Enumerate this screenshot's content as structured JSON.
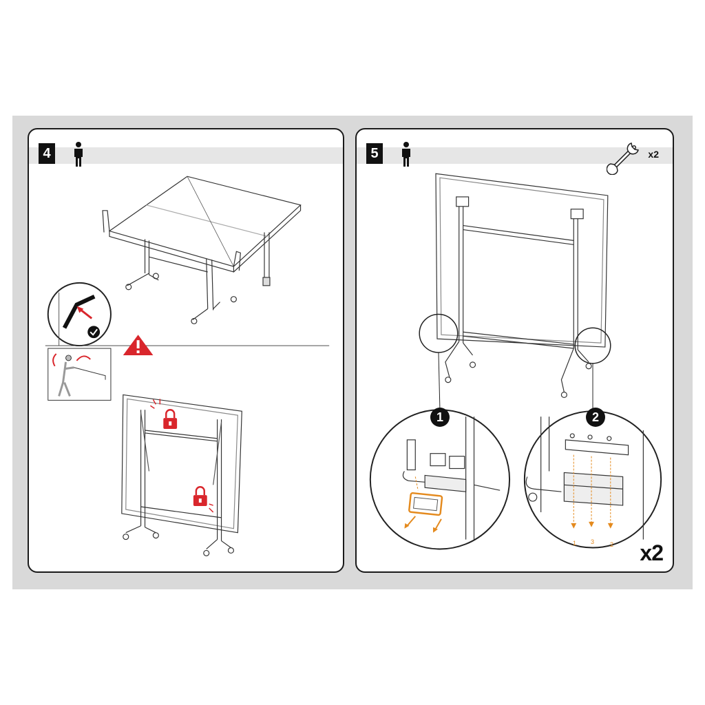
{
  "steps": [
    {
      "number": "4",
      "persons": 1
    },
    {
      "number": "5",
      "persons": 1,
      "tool": {
        "icon": "wrench-icon",
        "count": "x2"
      },
      "repeat": "x2",
      "details": [
        {
          "badge": "1"
        },
        {
          "badge": "2",
          "bolt_order": [
            "1",
            "3",
            "2"
          ]
        }
      ]
    }
  ],
  "icons": [
    "person-icon",
    "warning-icon",
    "padlock-icon",
    "check-icon",
    "wrench-icon"
  ],
  "colors": {
    "accent_red": "#d9262c",
    "accent_orange": "#e48a1e",
    "line": "#1a1a1a",
    "header_band": "#e6e6e6",
    "background_band": "#d9d9d9"
  }
}
